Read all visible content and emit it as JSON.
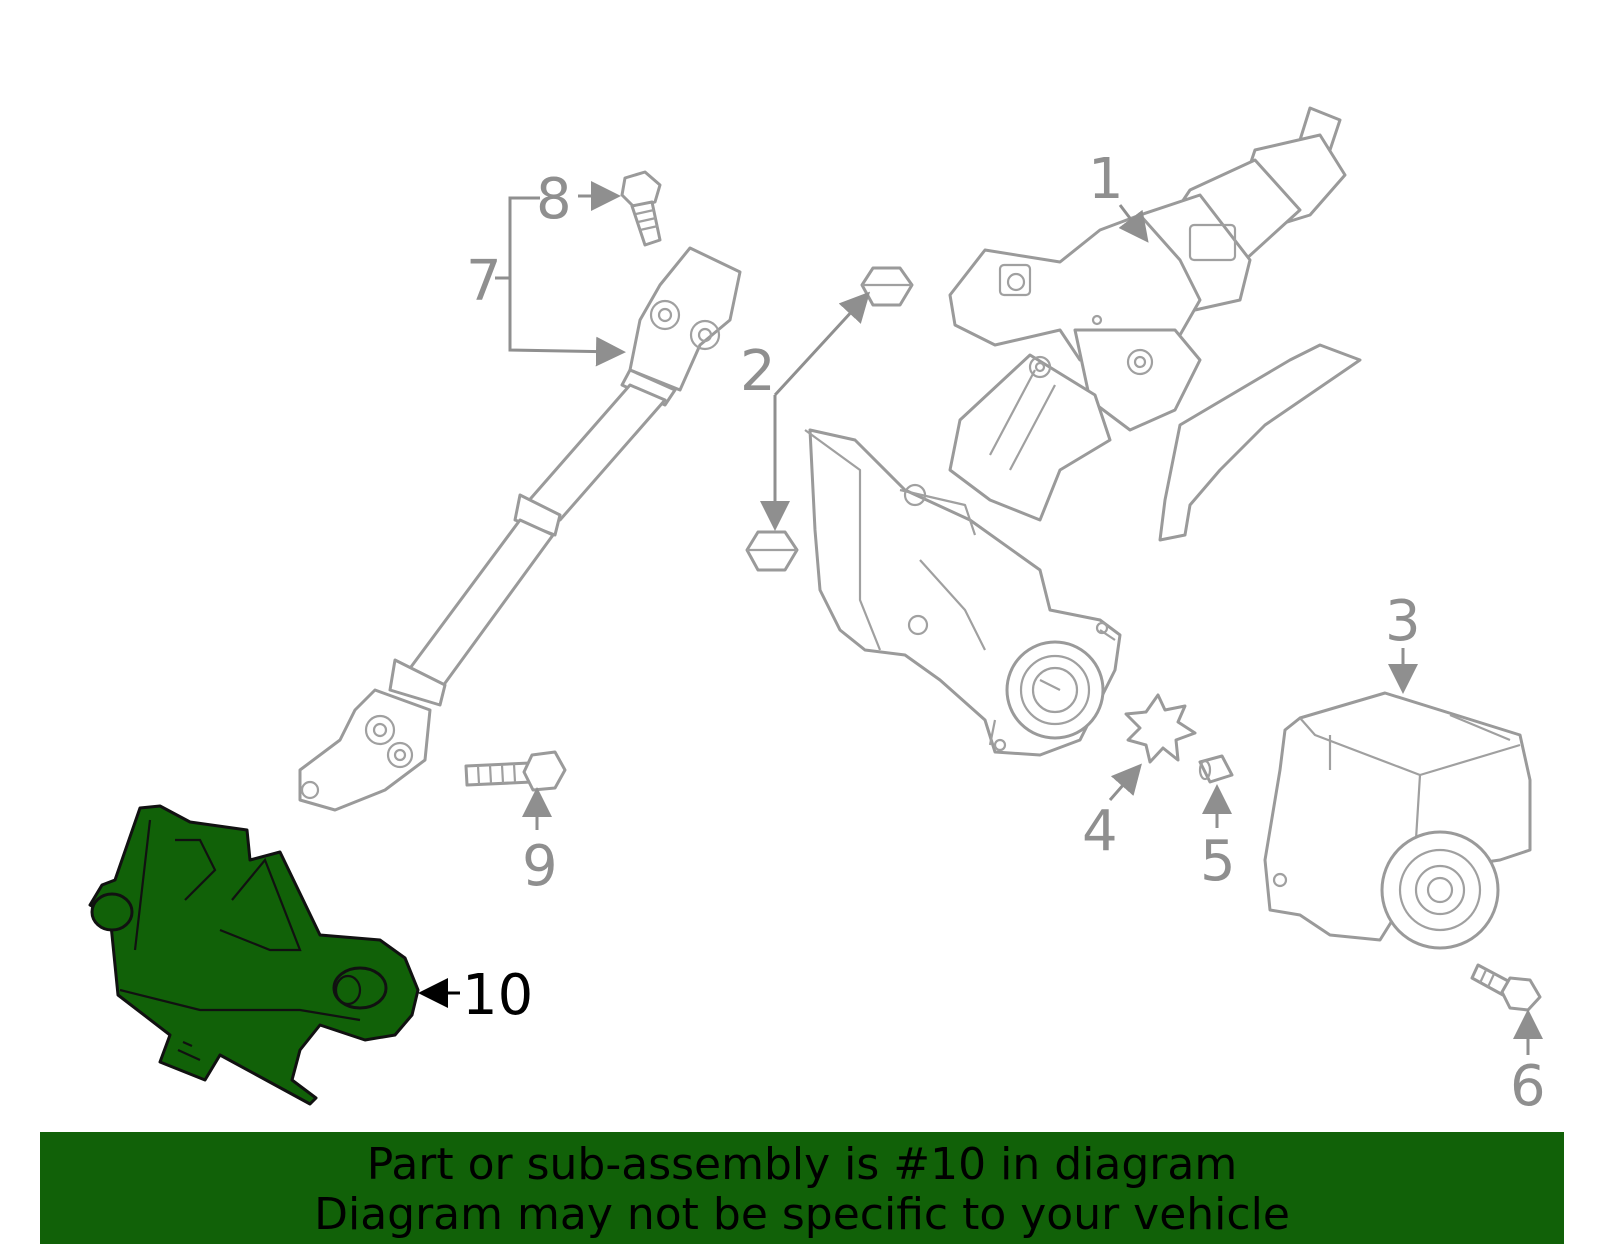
{
  "callouts": {
    "c1": "1",
    "c2": "2",
    "c3": "3",
    "c4": "4",
    "c5": "5",
    "c6": "6",
    "c7": "7",
    "c8": "8",
    "c9": "9",
    "c10": "10"
  },
  "highlight_color": "#116108",
  "banner": {
    "line1": "Part or sub-assembly is #10 in diagram",
    "line2": "Diagram may not be specific to your vehicle"
  }
}
